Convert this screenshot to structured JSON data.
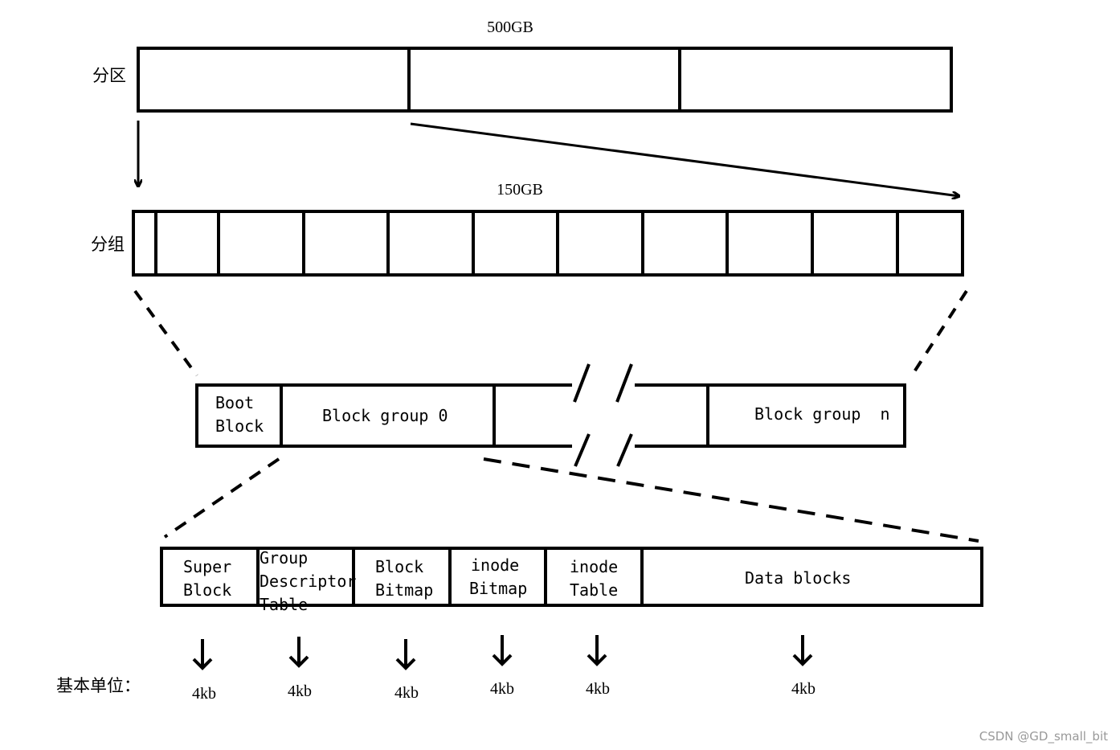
{
  "partition": {
    "label": "分区",
    "size": "500GB"
  },
  "groups": {
    "label": "分组",
    "size": "150GB"
  },
  "block_groups": {
    "boot_line1": "Boot",
    "boot_line2": "Block",
    "group0": "Block group 0",
    "groupn": "Block group  n"
  },
  "group_contents": {
    "cells": [
      {
        "line1": "Super",
        "line2": "Block",
        "line3": ""
      },
      {
        "line1": "Group",
        "line2": "Descriptor",
        "line3": "Table"
      },
      {
        "line1": "Block",
        "line2": "Bitmap",
        "line3": ""
      },
      {
        "line1": "inode",
        "line2": "Bitmap",
        "line3": ""
      },
      {
        "line1": "inode",
        "line2": "Table",
        "line3": ""
      },
      {
        "line1": "Data blocks",
        "line2": "",
        "line3": ""
      }
    ]
  },
  "units": {
    "label": "基本单位：",
    "values": [
      "4kb",
      "4kb",
      "4kb",
      "4kb",
      "4kb",
      "4kb"
    ]
  },
  "watermark": "CSDN @GD_small_bit"
}
